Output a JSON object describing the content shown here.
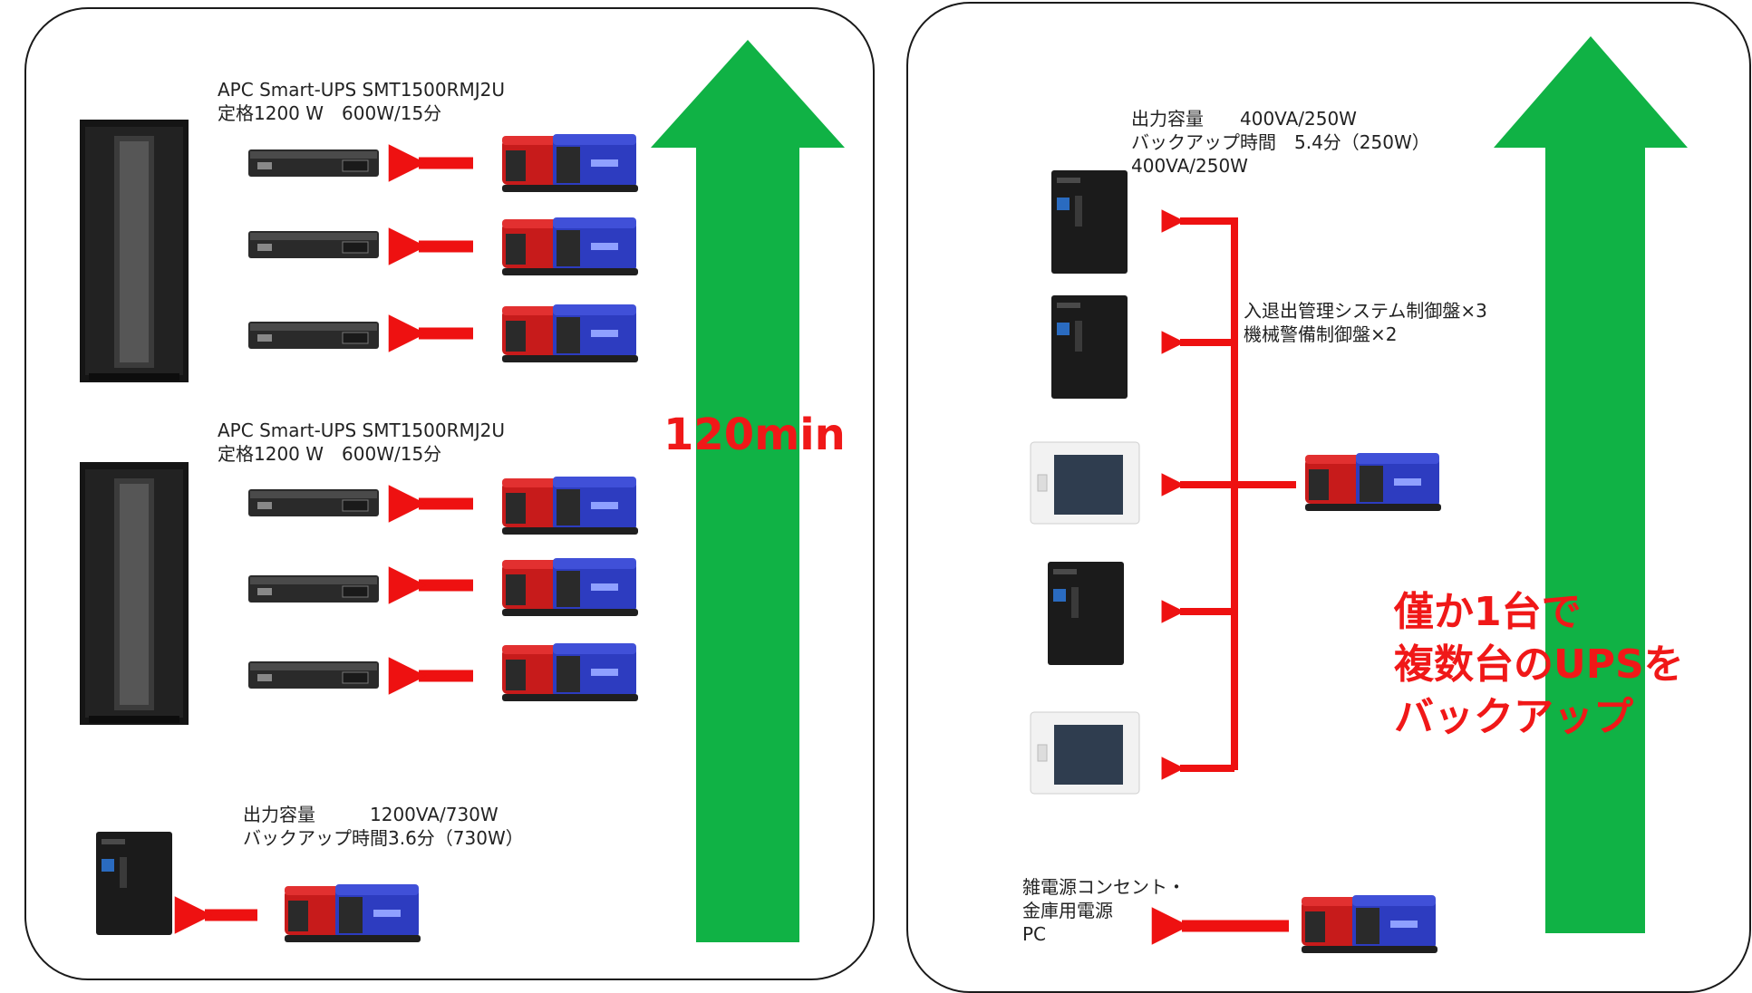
{
  "left": {
    "rack_group_1": {
      "model": "APC Smart-UPS SMT1500RMJ2U",
      "rating": "定格1200 W　600W/15分"
    },
    "rack_group_2": {
      "model": "APC Smart-UPS SMT1500RMJ2U",
      "rating": "定格1200 W　600W/15分"
    },
    "tower_ups": {
      "capacity": "出力容量　　　1200VA/730W",
      "backup": "バックアップ時間3.6分（730W）"
    },
    "arrow_label": "120min"
  },
  "right": {
    "ups_spec": {
      "capacity": "出力容量　　400VA/250W",
      "backup": "バックアップ時間　5.4分（250W）",
      "rating": "400VA/250W"
    },
    "panel_note": {
      "line1": "入退出管理システム制御盤×3",
      "line2": "機械警備制御盤×2"
    },
    "outlet_note": {
      "line1": "雑電源コンセント・",
      "line2": "金庫用電源",
      "line3": "PC"
    },
    "callout": {
      "line1": "僅か1台で",
      "line2": "複数台のUPSを",
      "line3": "バックアップ"
    }
  },
  "colors": {
    "green_arrow": "#10b245",
    "red_arrow": "#ee1111",
    "battery_red": "#d42020",
    "battery_blue": "#2f3fc0"
  }
}
